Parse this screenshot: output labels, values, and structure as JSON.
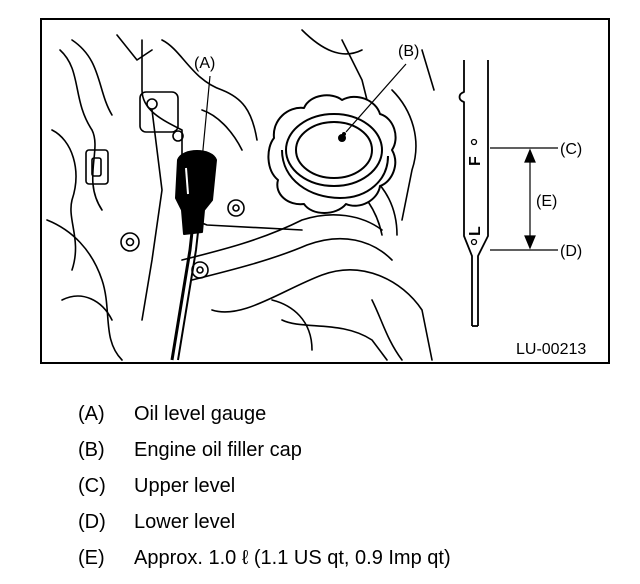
{
  "figure": {
    "callouts": {
      "a": "(A)",
      "b": "(B)",
      "c": "(C)",
      "d": "(D)",
      "e": "(E)"
    },
    "gauge_marks": {
      "full": "F",
      "low": "L"
    },
    "figure_code": "LU-00213"
  },
  "legend": [
    {
      "key": "(A)",
      "text": "Oil level gauge"
    },
    {
      "key": "(B)",
      "text": "Engine oil filler cap"
    },
    {
      "key": "(C)",
      "text": "Upper level"
    },
    {
      "key": "(D)",
      "text": "Lower level"
    },
    {
      "key": "(E)",
      "text": "Approx. 1.0 ℓ (1.1 US qt, 0.9 Imp qt)"
    }
  ]
}
